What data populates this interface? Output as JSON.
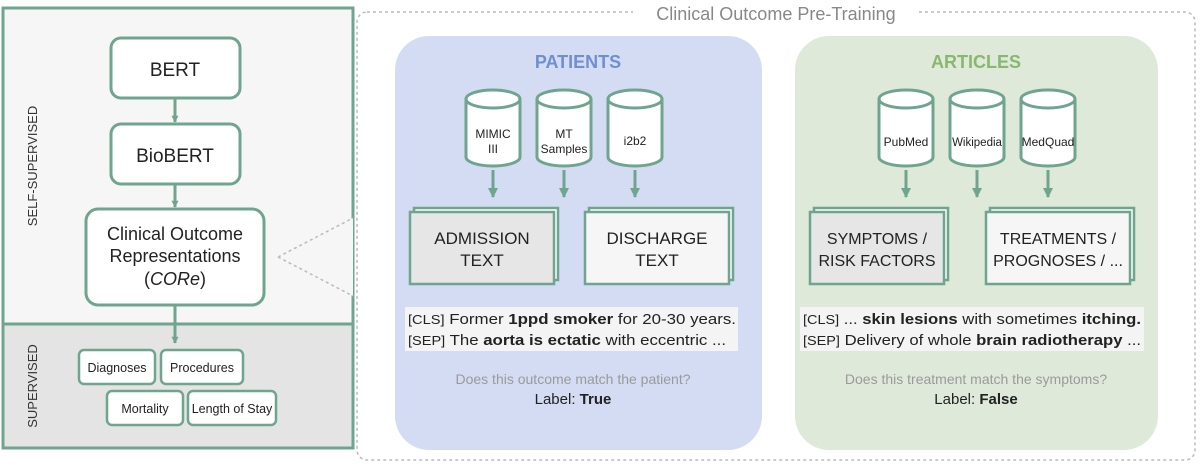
{
  "left_panel": {
    "self_supervised_label": "SELF-SUPERVISED",
    "supervised_label": "SUPERVISED",
    "bert": "BERT",
    "biobert": "BioBERT",
    "core_line1": "Clinical Outcome",
    "core_line2": "Representations",
    "core_line3_open": "(",
    "core_line3_italic": "CORe",
    "core_line3_close": ")",
    "tasks": [
      "Diagnoses",
      "Procedures",
      "Mortality",
      "Length of Stay"
    ]
  },
  "pretraining": {
    "title": "Clinical Outcome Pre-Training",
    "patients": {
      "heading": "PATIENTS",
      "sources": [
        {
          "line1": "MIMIC",
          "line2": "III"
        },
        {
          "line1": "MT",
          "line2": "Samples"
        },
        {
          "line1": "i2b2",
          "line2": ""
        }
      ],
      "admission_line1": "ADMISSION",
      "admission_line2": "TEXT",
      "discharge_line1": "DISCHARGE",
      "discharge_line2": "TEXT",
      "example1": {
        "tag": "[CLS]",
        "pre": " Former ",
        "bold": "1ppd smoker",
        "post": " for 20-30 years."
      },
      "example2": {
        "tag": "[SEP]",
        "pre": " The ",
        "bold": "aorta is ectatic",
        "post": " with eccentric ..."
      },
      "question": "Does this outcome match the patient?",
      "label_prefix": "Label: ",
      "label_value": "True"
    },
    "articles": {
      "heading": "ARTICLES",
      "sources": [
        {
          "line1": "PubMed",
          "line2": ""
        },
        {
          "line1": "Wikipedia",
          "line2": ""
        },
        {
          "line1": "MedQuad",
          "line2": ""
        }
      ],
      "symptoms_line1": "SYMPTOMS /",
      "symptoms_line2": "RISK FACTORS",
      "treatments_line1": "TREATMENTS /",
      "treatments_line2": "PROGNOSES / ...",
      "example1": {
        "tag": "[CLS]",
        "pre": " ... ",
        "bold": "skin lesions",
        "mid": " with sometimes ",
        "bold2": "itching."
      },
      "example2": {
        "tag": "[SEP]",
        "pre": " Delivery of whole ",
        "bold": "brain radiotherapy",
        "post": " ..."
      },
      "question": "Does this treatment match the symptoms?",
      "label_prefix": "Label: ",
      "label_value": "False"
    }
  },
  "colors": {
    "green": "#6fa58e",
    "patients_bg": "#d3dcf3",
    "patients_heading": "#6f8fd1",
    "articles_bg": "#dfe9da",
    "articles_heading": "#86b86e",
    "panel_bg": "#f6f6f6",
    "supervised_bg": "#e4e4e4",
    "gray_box": "#e6e6e6",
    "question_text": "#9a9a9a"
  }
}
